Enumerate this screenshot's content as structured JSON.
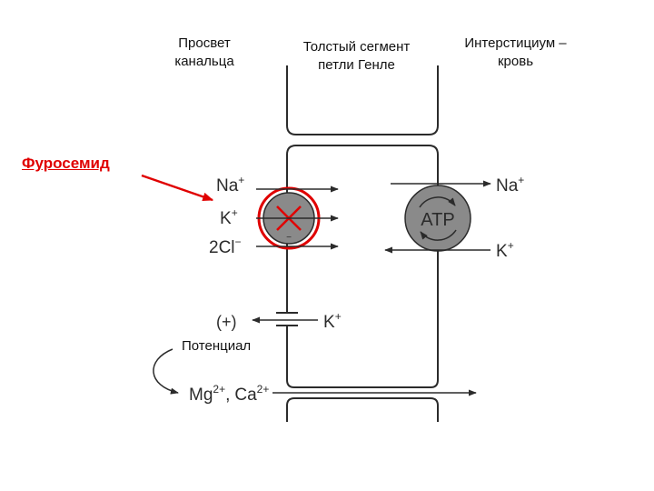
{
  "headers": {
    "lumen_line1": "Просвет",
    "lumen_line2": "канальца",
    "segment_line1": "Толстый сегмент",
    "segment_line2": "петли Генле",
    "interstitium_line1": "Интерстициум –",
    "interstitium_line2": "кровь"
  },
  "drug": {
    "label": "Фуросемид",
    "color": "#e00000"
  },
  "potential_label": "Потенциал",
  "ions": {
    "na": "Na",
    "na_sup": "+",
    "k": "K",
    "k_sup": "+",
    "cl": "2Cl",
    "cl_sup": "−",
    "pos": "(+)",
    "mg": "Mg",
    "mg_sup": "2+",
    "comma": ",",
    "ca": "Ca",
    "ca_sup": "2+",
    "minus": "−"
  },
  "pump": {
    "label": "ATP",
    "fill": "#8a8a8a"
  },
  "cotransporter": {
    "fill": "#8a8a8a",
    "ring_color": "#e00000",
    "mark_color": "#e00000"
  }
}
